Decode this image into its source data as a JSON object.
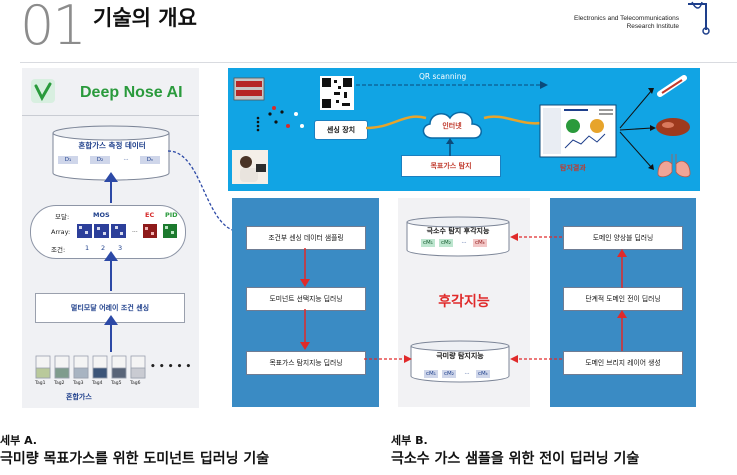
{
  "header": {
    "number": "01",
    "title": "기술의 개요",
    "org_line1": "Electronics and Telecommunications",
    "org_line2": "Research Institute"
  },
  "left": {
    "brand": "Deep Nose AI",
    "cylinder_title": "혼합가스 측정 데이터",
    "chips": [
      "D₁",
      "D₂",
      "···",
      "Dₙ"
    ],
    "modal_label": "모달:",
    "mos_label": "MOS",
    "ec_label": "EC",
    "pid_label": "PID",
    "array_label": "Array:",
    "cond_label": "조건:",
    "cond_values": [
      "1",
      "2",
      "3"
    ],
    "multimodal": "멀티모달 어레이 조건 센싱",
    "gas_tags": [
      "Tag1",
      "Tag2",
      "Tag3",
      "Tag4",
      "Tag5",
      "Tag6"
    ],
    "dots": "• • • • •",
    "mixed_gas": "혼합가스"
  },
  "top_flow": {
    "qr_label": "QR scanning",
    "sensing": "센싱 장치",
    "internet": "인터넷",
    "target_detect": "목표가스 탐지",
    "result": "탐지결과"
  },
  "center": {
    "rare_box_title": "극소수 탐지 후각지능",
    "rare_chips": [
      "cM₁",
      "cM₂",
      "···",
      "cMₖ"
    ],
    "olfactory": "후각지능",
    "trace_box_title": "극미량 탐지지능",
    "trace_chips": [
      "cM₁",
      "cM₂",
      "···",
      "cMₖ"
    ]
  },
  "panel_a": {
    "steps": [
      "조건부 센싱 데이터 샘플링",
      "도미넌트 선택지능 딥러닝",
      "목표가스 탐지지능 딥러닝"
    ]
  },
  "panel_b": {
    "steps": [
      "도메인 양상블 딥러닝",
      "단계적 도메인 전이 딥러닝",
      "도메인 브리지 레이어 생성"
    ]
  },
  "footer": {
    "a_label": "세부 A.",
    "a_title": "극미량 목표가스를 위한 도미넌트 딥러닝 기술",
    "b_label": "세부 B.",
    "b_title": "극소수 가스 샘플을 위한 전이 딥러닝 기술"
  },
  "colors": {
    "blue_band": "#11a4e4",
    "panel_blue": "#3a8bc4",
    "brand_green": "#2a9a3c",
    "arrow_red": "#e02a2a",
    "text_red": "#c0392b"
  }
}
